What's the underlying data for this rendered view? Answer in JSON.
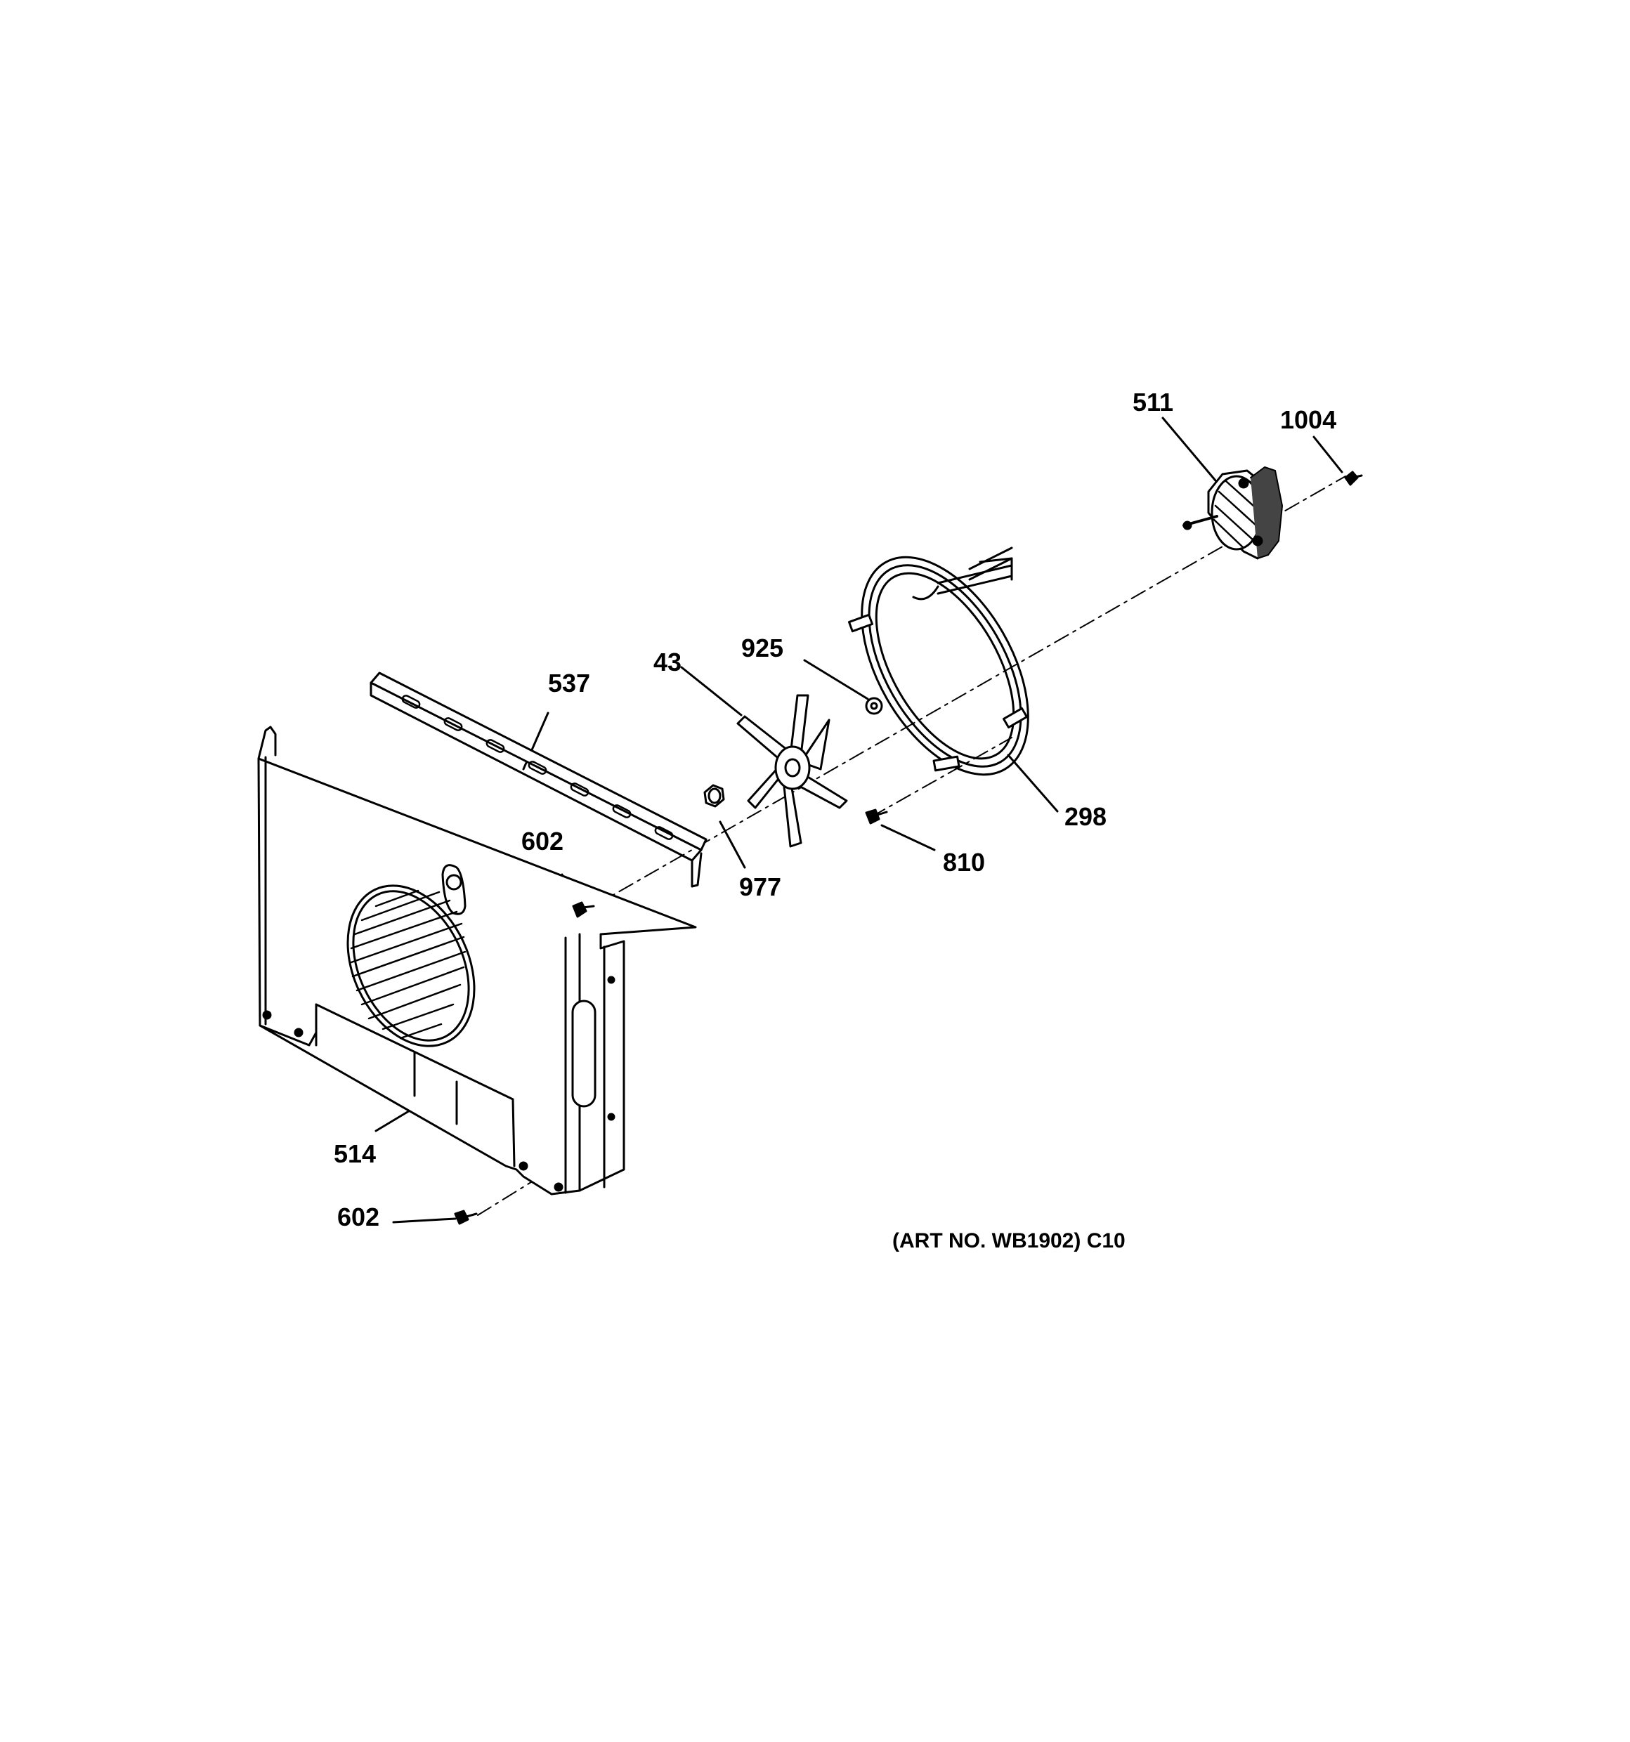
{
  "labels": {
    "p511": "511",
    "p1004": "1004",
    "p925": "925",
    "p43": "43",
    "p537": "537",
    "p298": "298",
    "p602a": "602",
    "p810": "810",
    "p977": "977",
    "p514": "514",
    "p602b": "602"
  },
  "caption": "(ART NO. WB1902) C10",
  "colors": {
    "ink": "#000000",
    "paper": "#ffffff"
  }
}
